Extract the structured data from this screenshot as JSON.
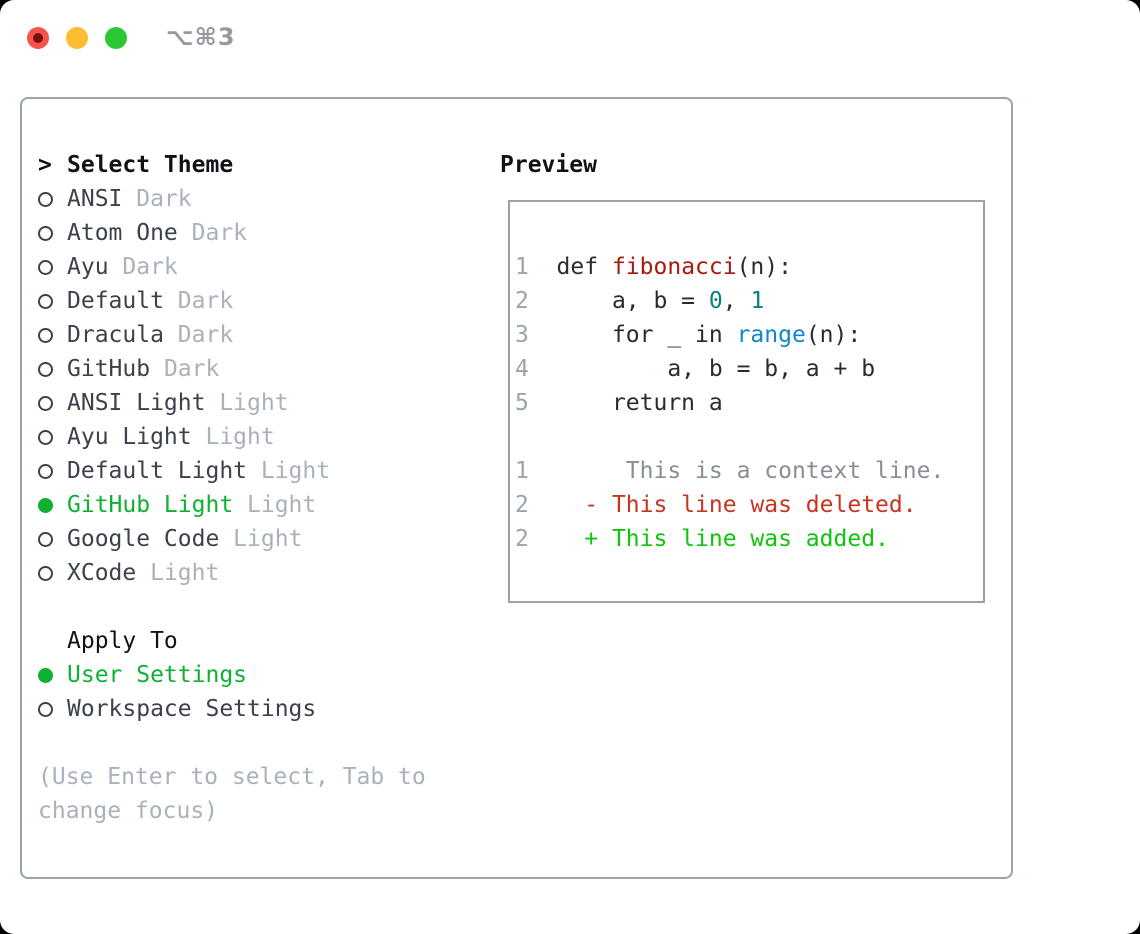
{
  "window": {
    "title": "⌥⌘3"
  },
  "colors": {
    "traffic_red": "#f4544b",
    "traffic_red_dot": "#76100a",
    "traffic_yellow": "#fcbd2f",
    "traffic_green": "#2cc834",
    "title_gray": "#95989e",
    "border_gray": "#9aa2ac",
    "text_black": "#0f1317",
    "text_dark": "#3b424b",
    "text_code": "#262c33",
    "text_muted": "#a9b1bb",
    "green_selected": "#10b033",
    "line_number": "#9aa3ae",
    "context_gray": "#878e96",
    "fn_red": "#a5190f",
    "number_teal": "#0b8083",
    "builtin_blue": "#0f87c8",
    "diff_del": "#c5351f",
    "diff_add": "#10c40e"
  },
  "theme_list": {
    "header_marker": ">",
    "header": "Select Theme",
    "items": [
      {
        "name": "ANSI",
        "variant": "Dark",
        "selected": false
      },
      {
        "name": "Atom One",
        "variant": "Dark",
        "selected": false
      },
      {
        "name": "Ayu",
        "variant": "Dark",
        "selected": false
      },
      {
        "name": "Default",
        "variant": "Dark",
        "selected": false
      },
      {
        "name": "Dracula",
        "variant": "Dark",
        "selected": false
      },
      {
        "name": "GitHub",
        "variant": "Dark",
        "selected": false
      },
      {
        "name": "ANSI Light",
        "variant": "Light",
        "selected": false
      },
      {
        "name": "Ayu Light",
        "variant": "Light",
        "selected": false
      },
      {
        "name": "Default Light",
        "variant": "Light",
        "selected": false
      },
      {
        "name": "GitHub Light",
        "variant": "Light",
        "selected": true
      },
      {
        "name": "Google Code",
        "variant": "Light",
        "selected": false
      },
      {
        "name": "XCode",
        "variant": "Light",
        "selected": false
      }
    ]
  },
  "apply_to": {
    "header": "Apply To",
    "items": [
      {
        "label": "User Settings",
        "selected": true
      },
      {
        "label": "Workspace Settings",
        "selected": false
      }
    ]
  },
  "help_text": {
    "line1": "(Use Enter to select, Tab to",
    "line2": "change focus)"
  },
  "preview": {
    "title": "Preview",
    "code_lines": [
      {
        "segments": [
          {
            "c": "ln",
            "t": "1"
          },
          {
            "c": "pl",
            "t": "  def "
          },
          {
            "c": "fn",
            "t": "fibonacci"
          },
          {
            "c": "pl",
            "t": "(n):"
          }
        ]
      },
      {
        "segments": [
          {
            "c": "ln",
            "t": "2"
          },
          {
            "c": "pl",
            "t": "      a, b = "
          },
          {
            "c": "num",
            "t": "0"
          },
          {
            "c": "pl",
            "t": ", "
          },
          {
            "c": "num",
            "t": "1"
          }
        ]
      },
      {
        "segments": [
          {
            "c": "ln",
            "t": "3"
          },
          {
            "c": "pl",
            "t": "      for _ in "
          },
          {
            "c": "bi",
            "t": "range"
          },
          {
            "c": "pl",
            "t": "(n):"
          }
        ]
      },
      {
        "segments": [
          {
            "c": "ln",
            "t": "4"
          },
          {
            "c": "pl",
            "t": "          a, b = b, a + b"
          }
        ]
      },
      {
        "segments": [
          {
            "c": "ln",
            "t": "5"
          },
          {
            "c": "pl",
            "t": "      return a"
          }
        ]
      },
      {
        "segments": []
      },
      {
        "segments": [
          {
            "c": "ln",
            "t": "1"
          },
          {
            "c": "ctx",
            "t": "       This is a context line."
          }
        ]
      },
      {
        "segments": [
          {
            "c": "ln",
            "t": "2"
          },
          {
            "c": "pl",
            "t": "    "
          },
          {
            "c": "del",
            "t": "- This line was deleted."
          }
        ]
      },
      {
        "segments": [
          {
            "c": "ln",
            "t": "2"
          },
          {
            "c": "pl",
            "t": "    "
          },
          {
            "c": "add",
            "t": "+ This line was added."
          }
        ]
      }
    ]
  }
}
